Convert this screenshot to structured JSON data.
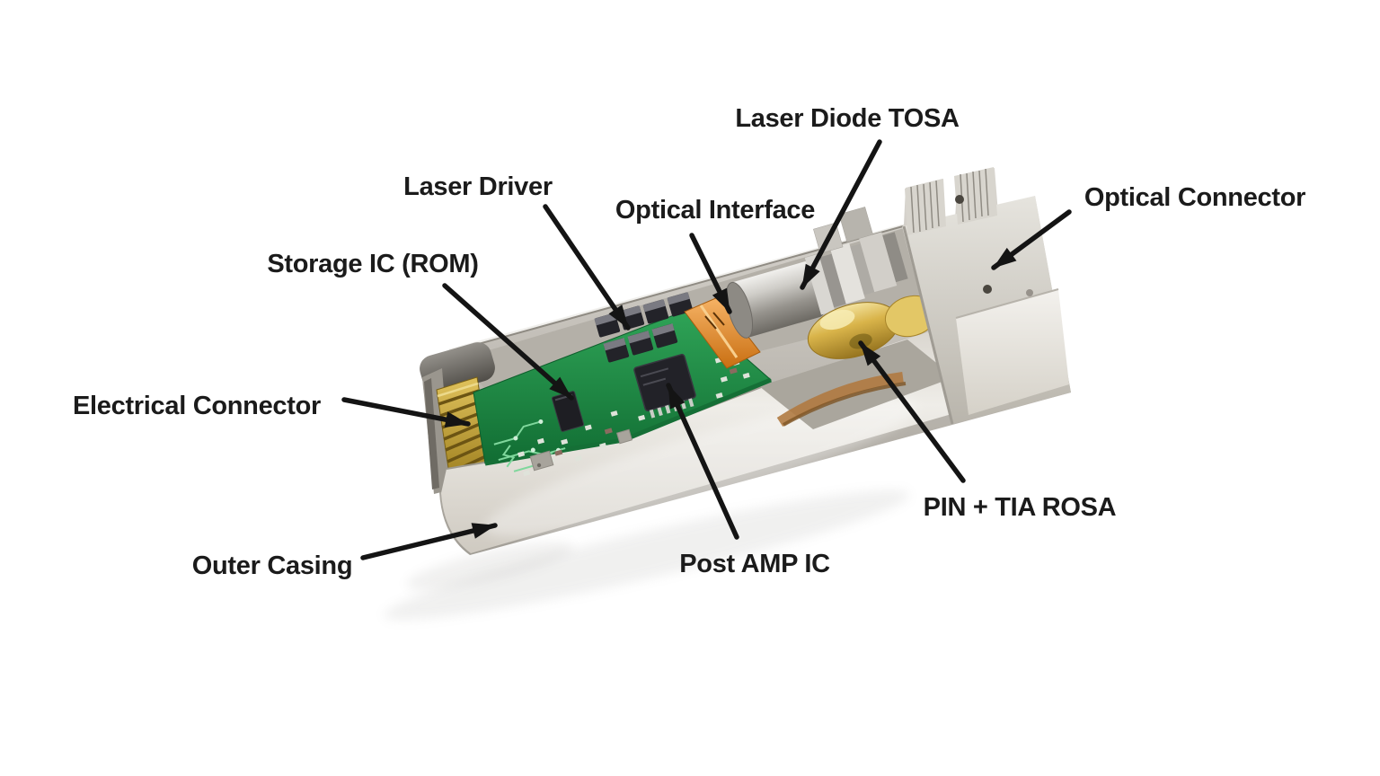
{
  "figure": {
    "background": "#ffffff",
    "label_text_color": "#1b1b1b",
    "arrow_color": "#141414"
  },
  "colors": {
    "casing_silver": "#c3bfb8",
    "pcb_green": "#1f8f47",
    "connector_gold": "#c9a43a",
    "flex_orange": "#e08a2a",
    "ic_black": "#232329"
  },
  "annotations": [
    {
      "id": "laser-diode-tosa",
      "label": "Laser Diode TOSA"
    },
    {
      "id": "optical-connector",
      "label": "Optical Connector"
    },
    {
      "id": "laser-driver",
      "label": "Laser Driver"
    },
    {
      "id": "optical-interface",
      "label": "Optical Interface"
    },
    {
      "id": "storage-ic-rom",
      "label": "Storage IC (ROM)"
    },
    {
      "id": "electrical-connector",
      "label": "Electrical Connector"
    },
    {
      "id": "outer-casing",
      "label": "Outer Casing"
    },
    {
      "id": "post-amp-ic",
      "label": "Post AMP IC"
    },
    {
      "id": "pin-tia-rosa",
      "label": "PIN + TIA ROSA"
    }
  ]
}
